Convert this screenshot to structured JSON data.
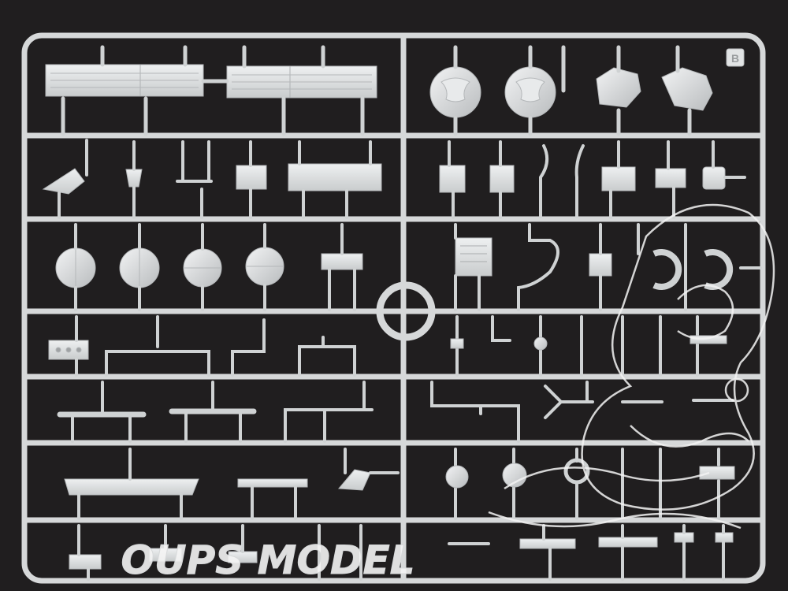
{
  "photo": {
    "subject": "model-kit-sprue",
    "sprue_letter": "B",
    "colors": {
      "background": "#201e1f",
      "plastic": "#d9dbdc",
      "plastic_shadow": "#b7babc",
      "plastic_highlight": "#eef0f1",
      "watermark": "#f4f4f4"
    }
  },
  "watermark": {
    "text": "OUPS MODEL"
  }
}
